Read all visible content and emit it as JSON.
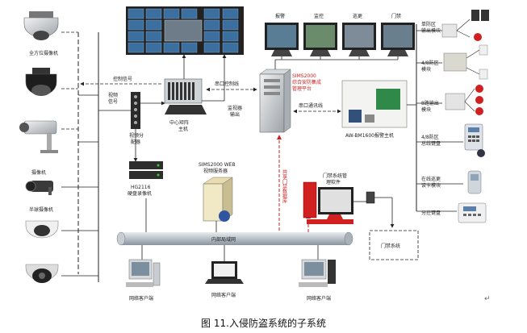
{
  "labels": {
    "ptz_camera": "全方位摄像机",
    "control_signal": "控制信号",
    "video_signal_1": "视频",
    "video_signal_2": "信号",
    "video_splitter_1": "视频分",
    "video_splitter_2": "配器",
    "matrix_host_1": "中心矩阵",
    "matrix_host_2": "主机",
    "monitor_out_1": "监视器",
    "monitor_out_2": "输出",
    "serial_control": "串口控制线",
    "serial_comm": "串口通讯线",
    "monitor_names": [
      "报警",
      "监控",
      "巡更",
      "门禁"
    ],
    "sims_1": "SIMS2000",
    "sims_2": "综合安防集成",
    "sims_3": "管理平台",
    "alarm_host": "AW-BM1600报警主机",
    "dvr_1": "HG2116",
    "dvr_2": "硬盘录像机",
    "web_1": "SIMS2000 WEB",
    "web_2": "视频服务器",
    "share_v": "共享门禁数据库",
    "access_sw_1": "门禁系统管",
    "access_sw_2": "理软件",
    "access_system": "门禁系统",
    "lan": "内部局域网",
    "camera": "摄像机",
    "dome_camera": "半球摄像机",
    "client": "网络客户端",
    "mod_single": [
      "单防区",
      "输出模块"
    ],
    "mod_48": [
      "4/8防区",
      "模块"
    ],
    "mod_8out": [
      "8路输出",
      "模块"
    ],
    "bus_keypad": [
      "4/8防区",
      "总线键盘"
    ],
    "patrol": [
      "在线巡更",
      "读卡模块"
    ],
    "part_keypad": "分控键盘"
  },
  "caption": "图 11.入侵防盗系统的子系统"
}
